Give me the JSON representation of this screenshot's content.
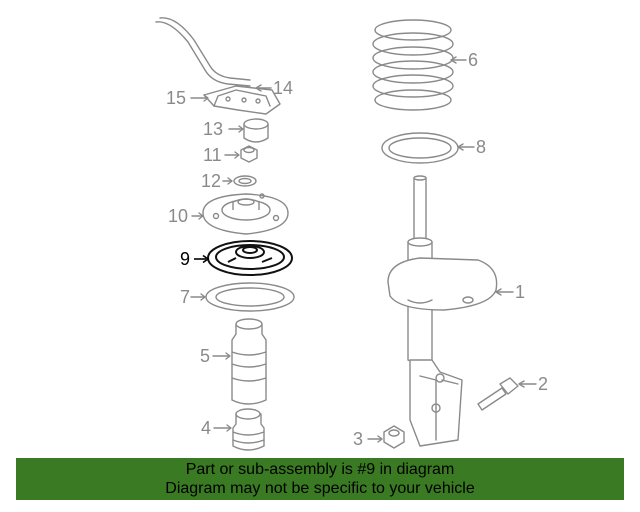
{
  "diagram": {
    "highlight_part": "9",
    "parts": [
      {
        "id": "part-1",
        "label": "1"
      },
      {
        "id": "part-2",
        "label": "2"
      },
      {
        "id": "part-3",
        "label": "3"
      },
      {
        "id": "part-4",
        "label": "4"
      },
      {
        "id": "part-5",
        "label": "5"
      },
      {
        "id": "part-6",
        "label": "6"
      },
      {
        "id": "part-7",
        "label": "7"
      },
      {
        "id": "part-8",
        "label": "8"
      },
      {
        "id": "part-9",
        "label": "9"
      },
      {
        "id": "part-10",
        "label": "10"
      },
      {
        "id": "part-11",
        "label": "11"
      },
      {
        "id": "part-12",
        "label": "12"
      },
      {
        "id": "part-13",
        "label": "13"
      },
      {
        "id": "part-14",
        "label": "14"
      },
      {
        "id": "part-15",
        "label": "15"
      }
    ]
  },
  "banner": {
    "line1": "Part or sub-assembly is #9 in diagram",
    "line2": "Diagram may not be specific to your vehicle",
    "background": "#3a7a22"
  }
}
